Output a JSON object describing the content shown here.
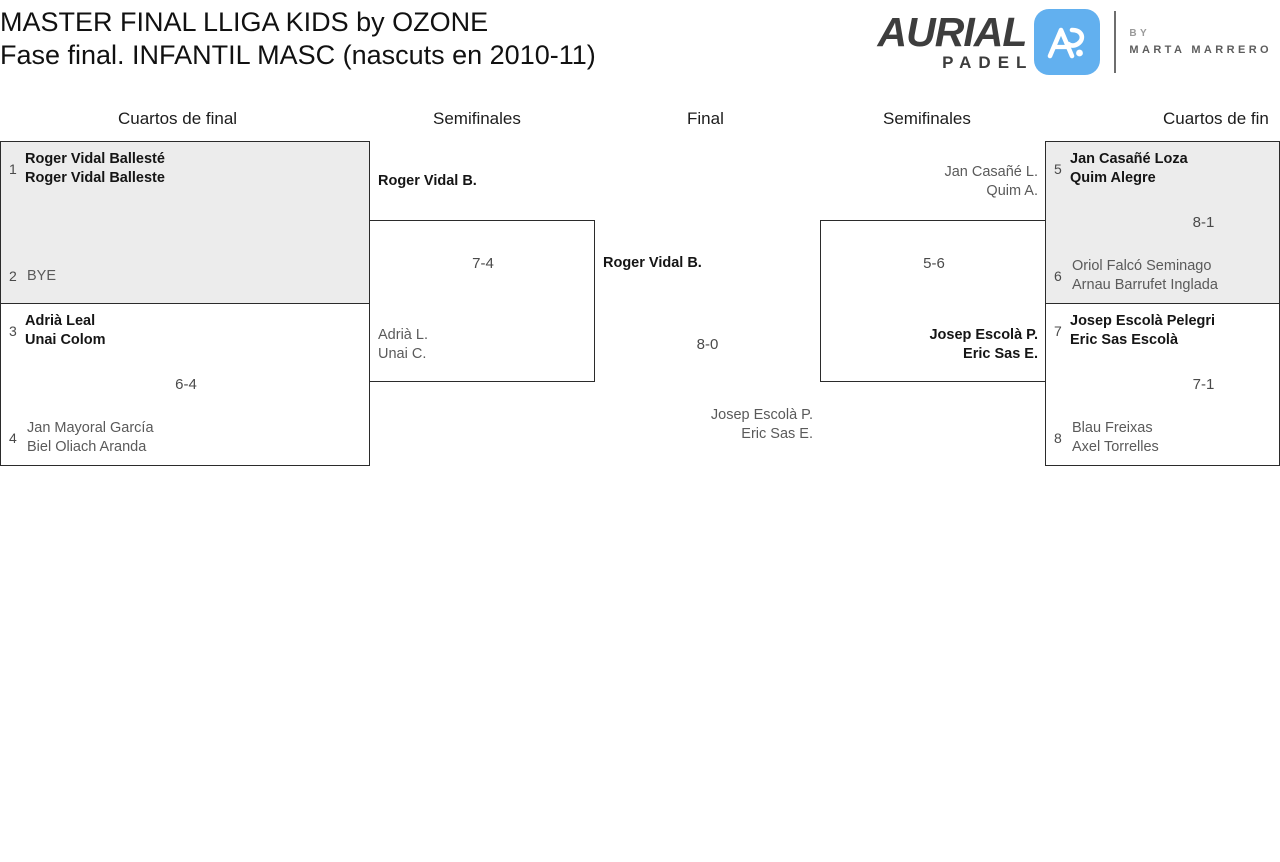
{
  "header": {
    "title_line_1": "MASTER FINAL LLIGA KIDS by OZONE",
    "title_line_2": "Fase final. INFANTIL MASC (nascuts en 2010-11)"
  },
  "logo": {
    "brand": "AURIAL",
    "sub": "PADEL",
    "monogram": "AP",
    "by_line_1": "BY",
    "by_line_2": "MARTA MARRERO",
    "mark_color": "#62b0ef"
  },
  "rounds": [
    {
      "label": "Cuartos de final"
    },
    {
      "label": "Semifinales"
    },
    {
      "label": "Final"
    },
    {
      "label": "Semifinales"
    },
    {
      "label": "Cuartos de fin"
    }
  ],
  "left_quarters": [
    {
      "shaded": true,
      "score": "",
      "top": {
        "seed": "1",
        "line1": "Roger Vidal Ballesté",
        "line2": "Roger Vidal Balleste",
        "winner": true
      },
      "bottom": {
        "seed": "2",
        "line1": "BYE",
        "line2": "",
        "winner": false
      }
    },
    {
      "shaded": false,
      "score": "6-4",
      "top": {
        "seed": "3",
        "line1": "Adrià Leal",
        "line2": "Unai Colom",
        "winner": true
      },
      "bottom": {
        "seed": "4",
        "line1": "Jan Mayoral García",
        "line2": "Biel Oliach Aranda",
        "winner": false
      }
    }
  ],
  "right_quarters": [
    {
      "shaded": true,
      "score": "8-1",
      "top": {
        "seed": "5",
        "line1": "Jan Casañé Loza",
        "line2": "Quim Alegre",
        "winner": true
      },
      "bottom": {
        "seed": "6",
        "line1": "Oriol Falcó Seminago",
        "line2": "Arnau Barrufet Inglada",
        "winner": false
      }
    },
    {
      "shaded": false,
      "score": "7-1",
      "top": {
        "seed": "7",
        "line1": "Josep Escolà Pelegri",
        "line2": "Eric Sas Escolà",
        "winner": true
      },
      "bottom": {
        "seed": "8",
        "line1": "Blau Freixas",
        "line2": "Axel Torrelles",
        "winner": false
      }
    }
  ],
  "left_semi": {
    "score": "7-4",
    "top": {
      "line1": "Roger Vidal B.",
      "line2": "",
      "winner": true
    },
    "bottom": {
      "line1": "Adrià L.",
      "line2": "Unai C.",
      "winner": false
    }
  },
  "right_semi": {
    "score": "5-6",
    "top": {
      "line1": "Jan Casañé L.",
      "line2": "Quim A.",
      "winner": false
    },
    "bottom": {
      "line1": "Josep Escolà P.",
      "line2": "Eric Sas E.",
      "winner": true
    }
  },
  "final": {
    "score": "8-0",
    "left": {
      "line1": "Roger Vidal B.",
      "line2": "",
      "winner": true
    },
    "right": {
      "line1": "Josep Escolà P.",
      "line2": "Eric Sas E.",
      "winner": false
    }
  }
}
